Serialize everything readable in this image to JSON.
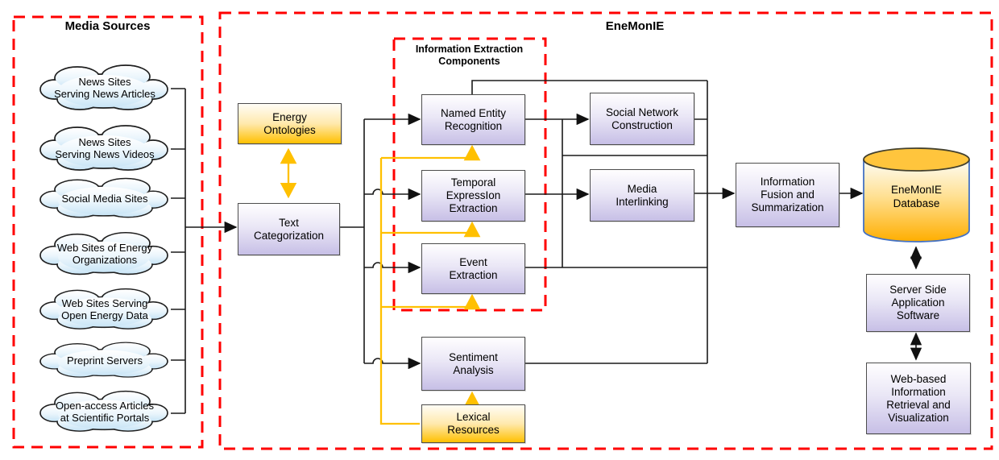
{
  "media_sources": {
    "title": "Media Sources",
    "clouds": [
      {
        "label": "News Sites\nServing News Articles"
      },
      {
        "label": "News Sites\nServing News Videos"
      },
      {
        "label": "Social Media Sites"
      },
      {
        "label": "Web Sites of Energy\nOrganizations"
      },
      {
        "label": "Web Sites Serving\nOpen Energy Data"
      },
      {
        "label": "Preprint Servers"
      },
      {
        "label": "Open-access Articles\nat Scientific Portals"
      }
    ]
  },
  "enemonie": {
    "title": "EneMonIE",
    "energy_ontologies": "Energy\nOntologies",
    "text_categorization": "Text\nCategorization",
    "ie_components": {
      "title": "Information Extraction\nComponents",
      "named_entity_recognition": "Named Entity\nRecognition",
      "temporal_expression_extraction": "Temporal\nExpressIon\nExtraction",
      "event_extraction": "Event\nExtraction"
    },
    "sentiment_analysis": "Sentiment\nAnalysis",
    "lexical_resources": "Lexical\nResources",
    "social_network_construction": "Social Network\nConstruction",
    "media_interlinking": "Media\nInterlinking",
    "information_fusion": "Information\nFusion and\nSummarization",
    "database": "EneMonIE\nDatabase",
    "server_side": "Server Side\nApplication\nSoftware",
    "web_based": "Web-based\nInformation\nRetrieval and\nVisualization"
  },
  "colors": {
    "container_border": "#FF0000",
    "knowledge_line": "#FFC000",
    "flow_line": "#1A1A1A",
    "purple_box_bottom": "#C7BFE6",
    "orange_box_bottom": "#FFC000",
    "cloud_fill_bottom": "#C9E5F6",
    "cylinder_stroke": "#4472C4"
  }
}
